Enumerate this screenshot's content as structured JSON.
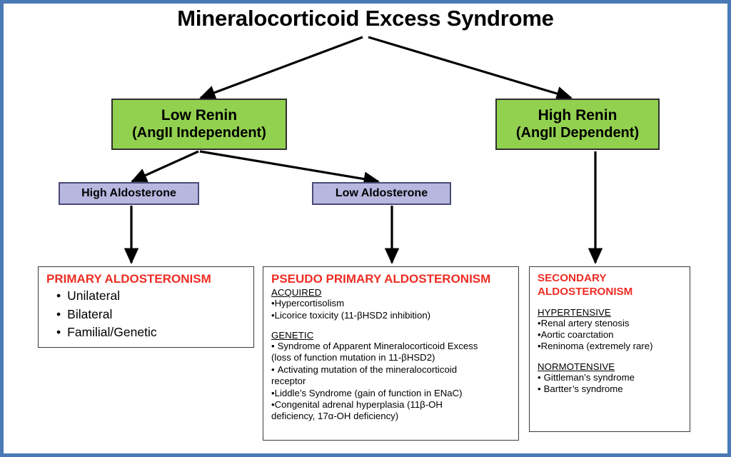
{
  "title": "Mineralocorticoid Excess Syndrome",
  "theme": {
    "frame_border": "#4a7ab5",
    "green": "#92d14f",
    "purple": "#b7b7e0",
    "red_heading": "#ee2d24",
    "text": "#000000",
    "box_border": "#3b3b3b"
  },
  "branches": {
    "low_renin": {
      "line1": "Low Renin",
      "line2": "(AngII Independent)"
    },
    "high_renin": {
      "line1": "High Renin",
      "line2": "(AngII Dependent)"
    }
  },
  "aldosterone": {
    "high": "High Aldosterone",
    "low": "Low Aldosterone"
  },
  "primary": {
    "heading": "PRIMARY ALDOSTERONISM",
    "items": [
      "Unilateral",
      "Bilateral",
      "Familial/Genetic"
    ]
  },
  "pseudo_primary": {
    "heading": "PSEUDO PRIMARY ALDOSTERONISM",
    "acquired_head": "ACQUIRED",
    "acquired_items": [
      "Hypercortisolism",
      "Licorice toxicity (11-βHSD2 inhibition)"
    ],
    "genetic_head": "GENETIC",
    "genetic_items": [
      "Syndrome of Apparent Mineralocorticoid Excess",
      "(loss of function mutation in 11-βHSD2)",
      "Activating mutation of the mineralocorticoid",
      "receptor",
      "Liddle’s Syndrome (gain of function in ENaC)",
      "Congenital adrenal hyperplasia (11β-OH",
      "deficiency, 17α-OH deficiency)"
    ]
  },
  "secondary": {
    "heading_line1": "SECONDARY",
    "heading_line2": "ALDOSTERONISM",
    "hypertensive_head": "HYPERTENSIVE",
    "hypertensive_items": [
      "Renal artery stenosis",
      "Aortic coarctation",
      "Reninoma (extremely rare)"
    ],
    "normotensive_head": "NORMOTENSIVE",
    "normotensive_items": [
      "Gittleman’s syndrome",
      "Bartter’s syndrome"
    ]
  }
}
